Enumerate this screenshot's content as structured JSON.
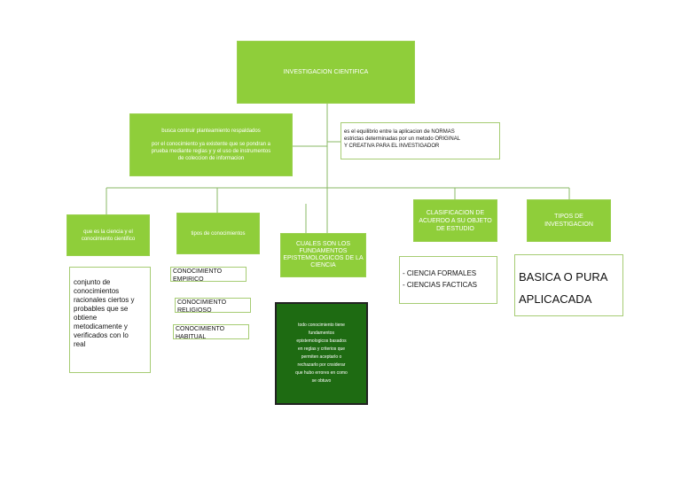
{
  "root": {
    "title": "INVESTIGACION CIENTIFICA"
  },
  "left_note": {
    "line1": "busca contruir planteamiento respaldados",
    "line2": "por el conocimiento ya existente que se pondran a\nprueba  mediante reglas y  y el uso de instrumentos\nde coleccion de informacion"
  },
  "right_note": {
    "text": "es el equilibrio entre la aplicacion  de NORMAS\nestrictas  determinadas por un metodo  ORIGINAL\nY CREATIVA  PARA EL INVESTIGADOR"
  },
  "branches": {
    "ciencia": {
      "title": "que es la ciencia y el\nconocimiento cientifico",
      "detail": "conjunto de\nconocimientos\nracionales ciertos y\nprobables que se\nobtiene\nmetodicamente y\nverificados   con lo\nreal"
    },
    "tipos_conocimiento": {
      "title": "tipos de conocimientos",
      "items": [
        "CONOCIMIENTO\nEMPIRICO",
        "CONOCIMIENTO\nRELIGIOSO",
        "CONOCIMIENTO\nHABITUAL"
      ]
    },
    "fundamentos": {
      "title": "CUALES SON LOS\nFUNDAMENTOS\nEPISTEMOLOGICOS DE LA\nCIENCIA",
      "detail": "todo conocimiento tiene\nfundamentos\nepistemologicos basados\nen reglas y criterios que\npermiten  aceptarlo o\nrechazarlo por cnsiderar\nque hubo errores  en como\nse obtuvo"
    },
    "clasificacion": {
      "title": "CLASIFICACION DE\nACUERDO A SU OBJETO\nDE ESTUDIO",
      "items": [
        "- CIENCIA  FORMALES",
        "- CIENCIAS FACTICAS"
      ]
    },
    "tipos_investigacion": {
      "title": "TIPOS DE\nINVESTIGACION",
      "items": [
        "BASICA  O PURA",
        "APLICACADA"
      ]
    }
  },
  "colors": {
    "green": "#8fce3a",
    "dark_green": "#1e6b12",
    "connector": "#8ab866"
  }
}
